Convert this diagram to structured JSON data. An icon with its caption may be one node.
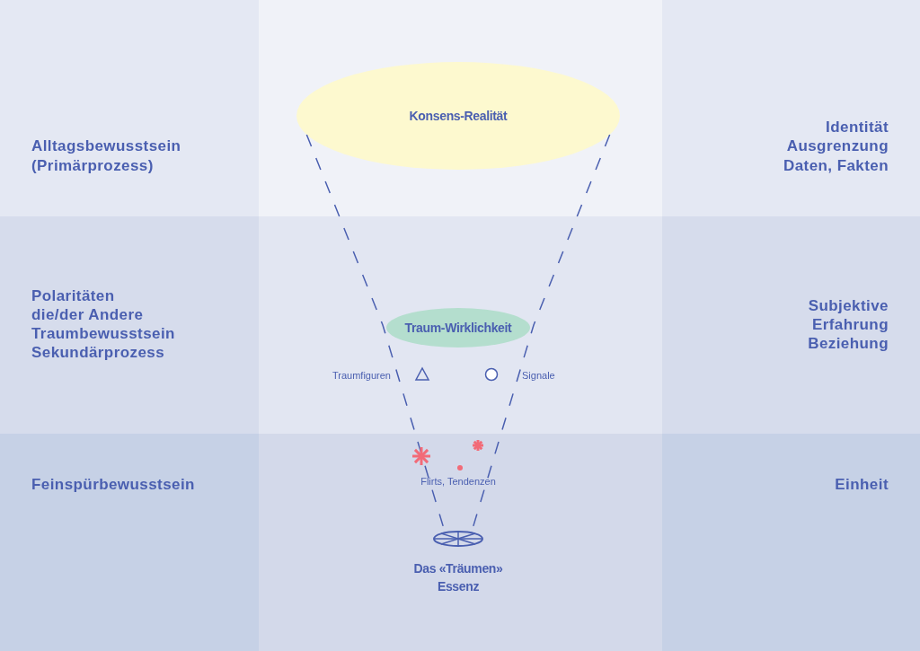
{
  "diagram": {
    "nodes": [
      {
        "text": [
          "Konsens-Realität"
        ]
      },
      {
        "text": [
          "Traum-Wirklichkeit"
        ]
      },
      {
        "text": [
          "Das «Träumen»",
          "Essenz"
        ]
      }
    ],
    "edges": [
      {
        "from": 0,
        "to": 2,
        "arrow": "none",
        "style": "dashed"
      },
      {
        "from": 0,
        "to": 2,
        "arrow": "none",
        "style": "dashed"
      }
    ],
    "labels": [
      "Alltagsbewusstsein",
      "(Primärprozess)",
      "Identität",
      "Ausgrenzung",
      "Daten, Fakten",
      "Polaritäten",
      "die/der Andere",
      "Traumbewusstsein",
      "Sekundärprozess",
      "Subjektive",
      "Erfahrung",
      "Beziehung",
      "Traumfiguren",
      "Signale",
      "Flirts, Tendenzen",
      "Feinspürbewusstsein",
      "Einheit"
    ]
  }
}
